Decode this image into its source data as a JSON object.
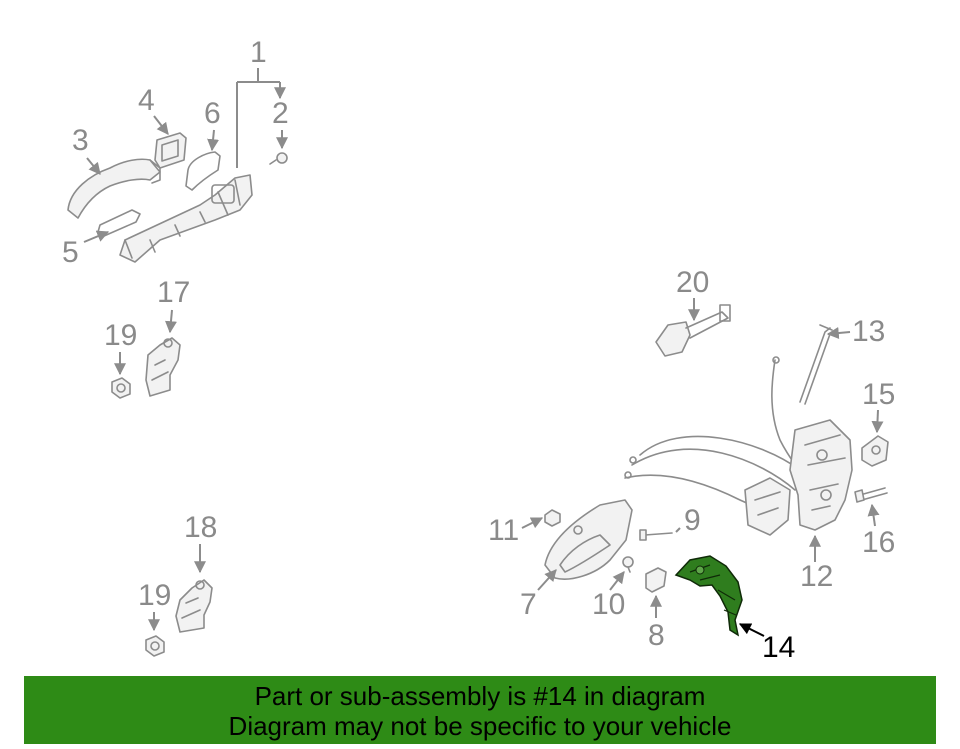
{
  "callouts": {
    "c1": "1",
    "c2": "2",
    "c3": "3",
    "c4": "4",
    "c5": "5",
    "c6": "6",
    "c7": "7",
    "c8": "8",
    "c9": "9",
    "c10": "10",
    "c11": "11",
    "c12": "12",
    "c13": "13",
    "c14": "14",
    "c15": "15",
    "c16": "16",
    "c17": "17",
    "c18": "18",
    "c19a": "19",
    "c19b": "19",
    "c20": "20"
  },
  "highlighted_part": "14",
  "colors": {
    "highlight": "#2e8b16",
    "banner_bg": "#2e8b16",
    "line_gray": "#8c8c8c",
    "label_gray": "#8a8a8a"
  },
  "banner": {
    "line1": "Part or sub-assembly is #14 in diagram",
    "line2": "Diagram may not be specific to your vehicle"
  }
}
